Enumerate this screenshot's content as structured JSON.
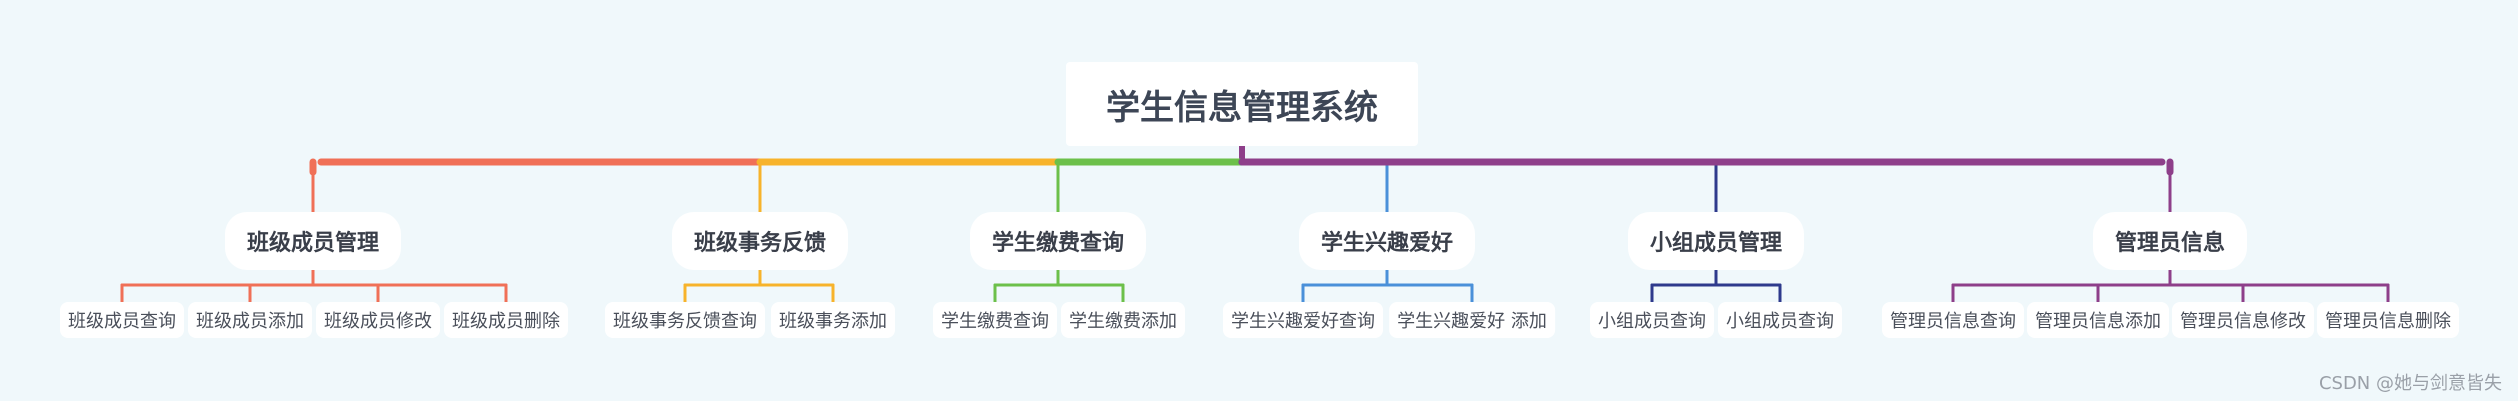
{
  "root": {
    "label": "学生信息管理系统"
  },
  "branches": [
    {
      "label": "班级成员管理",
      "color": "#f07057",
      "leaves": [
        "班级成员查询",
        "班级成员添加",
        "班级成员修改",
        "班级成员删除"
      ]
    },
    {
      "label": "班级事务反馈",
      "color": "#f7b32b",
      "leaves": [
        "班级事务反馈查询",
        "班级事务添加"
      ]
    },
    {
      "label": "学生缴费查询",
      "color": "#6cc04a",
      "leaves": [
        "学生缴费查询",
        "学生缴费添加"
      ]
    },
    {
      "label": "学生兴趣爱好",
      "color": "#4a90d9",
      "leaves": [
        "学生兴趣爱好查询",
        "学生兴趣爱好 添加"
      ]
    },
    {
      "label": "小组成员管理",
      "color": "#2e3a8c",
      "leaves": [
        "小组成员查询",
        "小组成员查询"
      ]
    },
    {
      "label": "管理员信息",
      "color": "#8e3f8a",
      "leaves": [
        "管理员信息查询",
        "管理员信息添加",
        "管理员信息修改",
        "管理员信息删除"
      ]
    }
  ],
  "watermark": "CSDN @她与剑意皆失"
}
